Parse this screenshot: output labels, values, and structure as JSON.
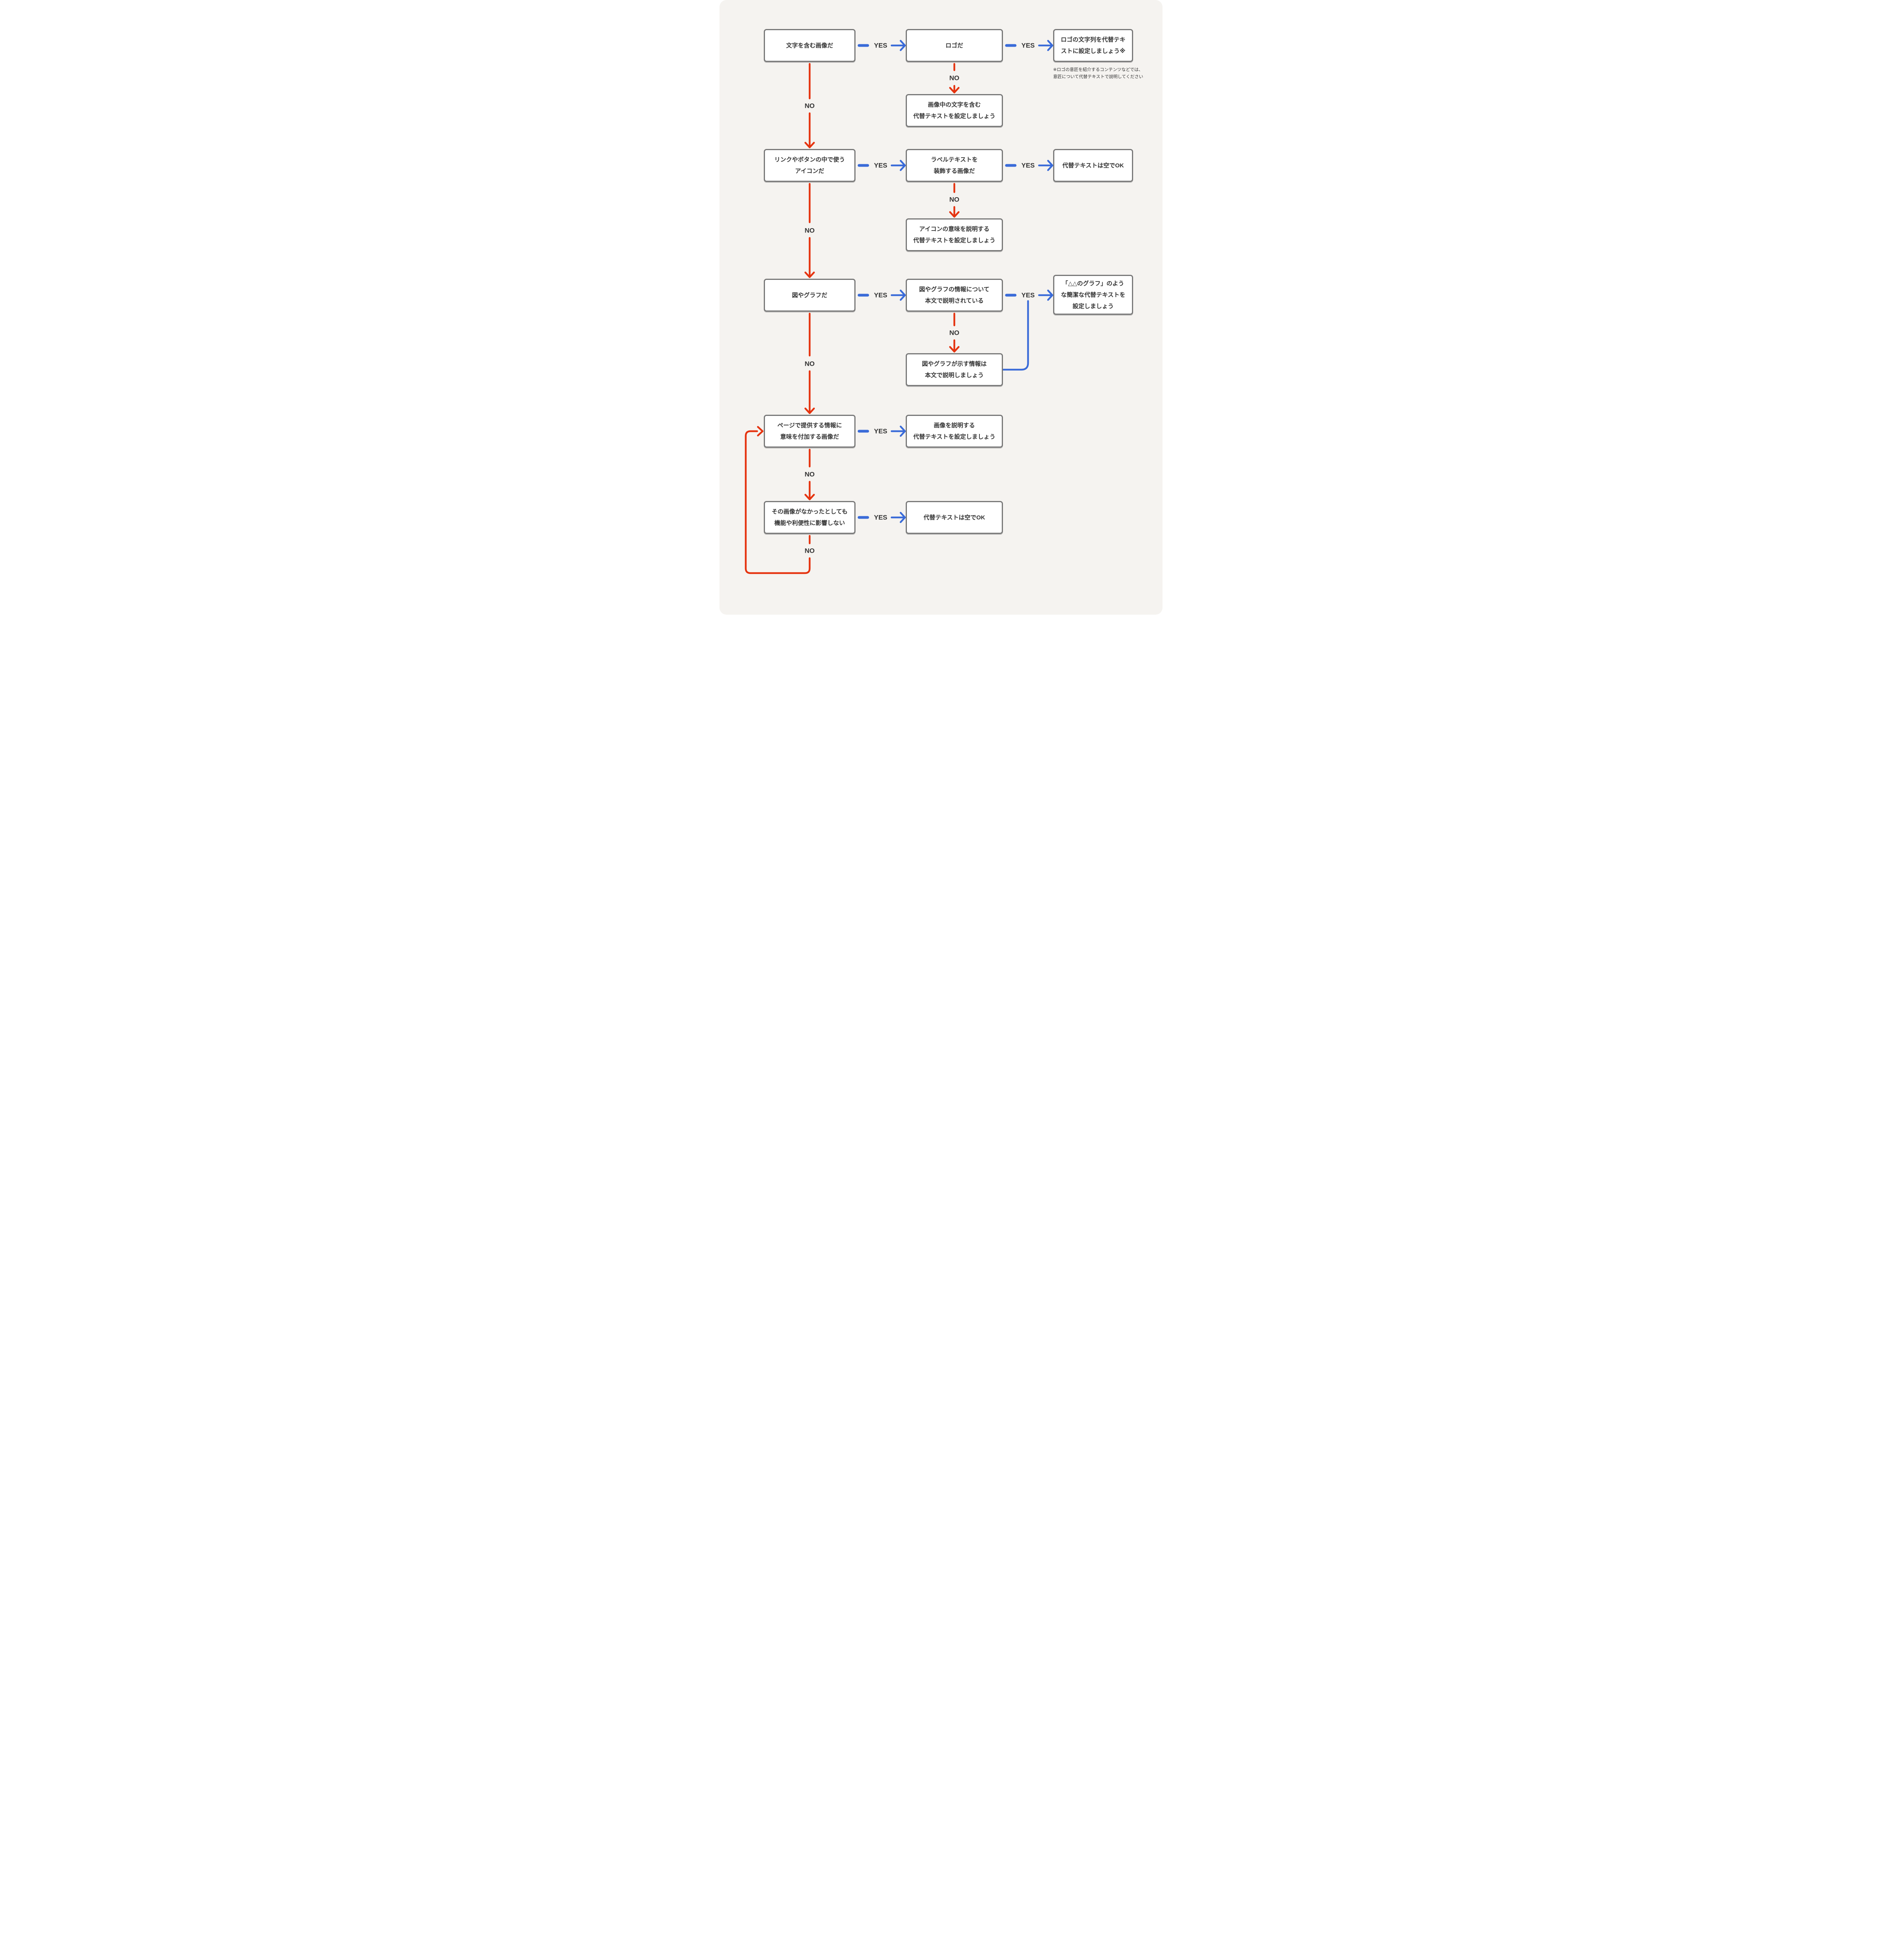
{
  "page": {
    "canvas_bg": "#f5f3f0",
    "corner_radius": 18
  },
  "colors": {
    "yes": "#3a6bd8",
    "no": "#e5330f",
    "border": "#787878",
    "text": "#333333",
    "canvas": "#f5f3f0"
  },
  "labels": {
    "yes": "YES",
    "no": "NO"
  },
  "nodes": {
    "a1": {
      "lines": [
        "文字を含む画像だ"
      ]
    },
    "b1": {
      "lines": [
        "ロゴだ"
      ]
    },
    "c1": {
      "lines": [
        "ロゴの文字列を代替テキ",
        "ストに設定しましょう※"
      ]
    },
    "b2": {
      "lines": [
        "画像中の文字を含む",
        "代替テキストを設定しましょう"
      ]
    },
    "a2": {
      "lines": [
        "リンクやボタンの中で使う",
        "アイコンだ"
      ]
    },
    "b3": {
      "lines": [
        "ラベルテキストを",
        "装飾する画像だ"
      ]
    },
    "c2": {
      "lines": [
        "代替テキストは空でOK"
      ]
    },
    "b4": {
      "lines": [
        "アイコンの意味を説明する",
        "代替テキストを設定しましょう"
      ]
    },
    "a3": {
      "lines": [
        "図やグラフだ"
      ]
    },
    "b5": {
      "lines": [
        "図やグラフの情報について",
        "本文で説明されている"
      ]
    },
    "c3": {
      "lines": [
        "「△△のグラフ」のよう",
        "な簡潔な代替テキストを",
        "設定しましょう"
      ]
    },
    "b6": {
      "lines": [
        "図やグラフが示す情報は",
        "本文で説明しましょう"
      ]
    },
    "a4": {
      "lines": [
        "ページで提供する情報に",
        "意味を付加する画像だ"
      ]
    },
    "b7": {
      "lines": [
        "画像を説明する",
        "代替テキストを設定しましょう"
      ]
    },
    "a5": {
      "lines": [
        "その画像がなかったとしても",
        "機能や利便性に影響しない"
      ]
    },
    "b8": {
      "lines": [
        "代替テキストは空でOK"
      ]
    }
  },
  "footnote": {
    "lines": [
      "※ロゴの意匠を紹介するコンテンツなどでは、",
      "意匠について代替テキストで説明してください"
    ]
  }
}
